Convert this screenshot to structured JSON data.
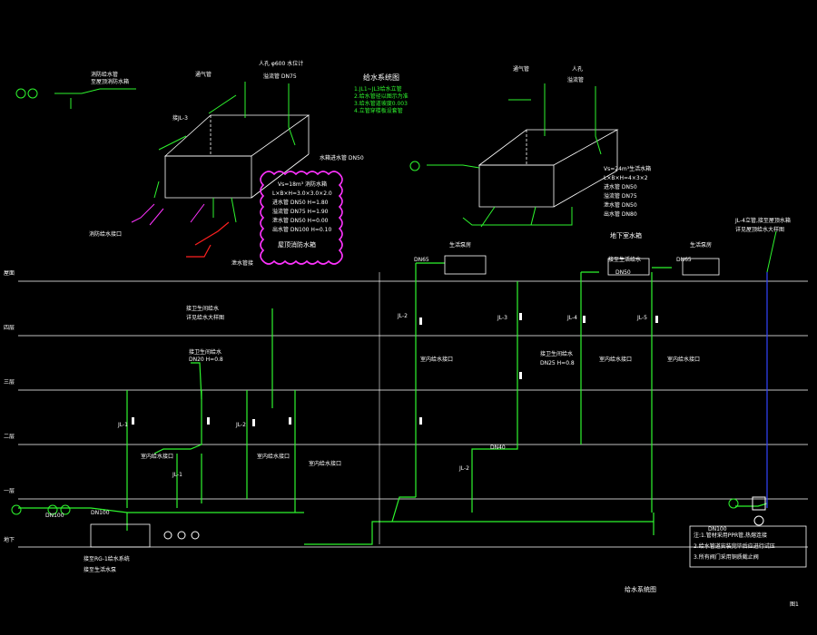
{
  "colors": {
    "background": "#000000",
    "pipe_green": "#2ef52e",
    "floor_line": "#ffffff",
    "magenta": "#ff33ff",
    "red": "#ff2020",
    "blue": "#3344ff",
    "annotation": "#ffffff"
  },
  "labels": {
    "tank_left_tag": "接JL-3",
    "tank_right_tag": "",
    "drawing_title_left": "屋顶消防水箱",
    "drawing_title_right": "地下室水箱",
    "left_inlet_note": "消防给水接口",
    "mid_note_1": "接卫生间给水",
    "mid_note_2": "详见给水大样图",
    "pump_room_note": "接至生活水泵",
    "fixture_a": "室内给水接口",
    "fixture_b": "室内给水接口",
    "fixture_c": "室内给水接口",
    "fixture_d": "室内给水接口",
    "bottom_left_note": "接至RG-1给水系统",
    "bottom_title": "给水系统图",
    "page_mark": "图1",
    "note_box_lines": [
      "注:1.管材采用PPR管,热熔连接",
      "2.给水管道安装完毕后应进行试压",
      "3.所有阀门采用铜质截止阀"
    ],
    "top_note_title": "给水系统图",
    "top_note_lines": [
      "1.JL1~JL3给水立管",
      "2.给水管径以图示为准",
      "3.给水管道坡度0.003",
      "4.立管穿楼板设套管"
    ],
    "right_top_note": "JL-4立管,接至屋顶水箱",
    "right_top_note2": "详见屋顶给水大样图"
  },
  "icons": [
    "valve-icon",
    "pump-icon",
    "meter-icon",
    "check-valve-icon"
  ]
}
